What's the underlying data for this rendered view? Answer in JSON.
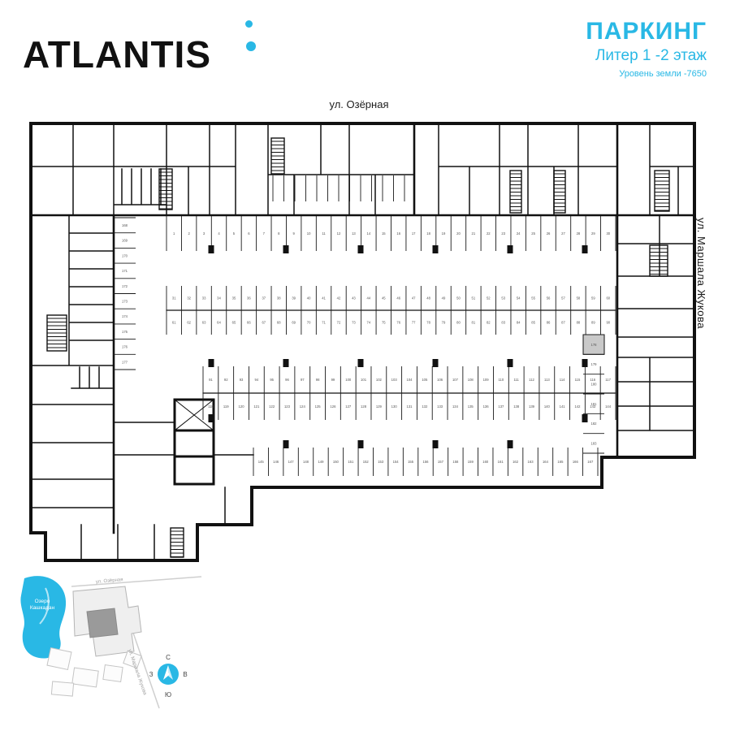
{
  "header": {
    "logo_text": "ATLANTIS",
    "title": "ПАРКИНГ",
    "subtitle": "Литер 1 -2 этаж",
    "level_note": "Уровень земли -7650"
  },
  "streets": {
    "top": "ул. Озёрная",
    "right": "ул. Маршала Жукова"
  },
  "parking": {
    "stall_rows": [
      {
        "id": "A",
        "count": 30,
        "first": 1
      },
      {
        "id": "B",
        "count": 30,
        "first": 31
      },
      {
        "id": "C",
        "count": 30,
        "first": 61
      },
      {
        "id": "D",
        "count": 27,
        "first": 91
      },
      {
        "id": "E",
        "count": 27,
        "first": 118
      },
      {
        "id": "F",
        "count": 23,
        "first": 145
      },
      {
        "id": "L",
        "count": 10,
        "first": 168
      },
      {
        "id": "R",
        "count": 6,
        "first": 178
      }
    ]
  },
  "locator": {
    "lake_line1": "Озеро",
    "lake_line2": "Кашкадан",
    "street_top": "ул. Озёрная",
    "street_side": "ул. Маршала Жукова",
    "compass": {
      "n": "С",
      "s": "Ю",
      "w": "З",
      "e": "В"
    }
  },
  "colors": {
    "accent": "#29b8e5",
    "ink": "#111111",
    "highlighted_stall": "#c9c9c9"
  }
}
